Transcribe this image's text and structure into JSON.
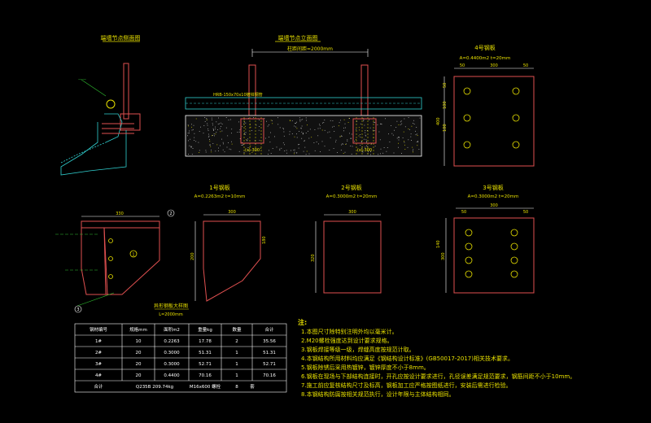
{
  "titles": {
    "side_node": "端墙节点侧面图",
    "front_node": "端墙节点立面图",
    "plate4": "4号钢板",
    "plate1": "1号钢板",
    "plate2": "2号钢板",
    "plate3": "3号钢板",
    "detail": "异形钢板大样图"
  },
  "dims": {
    "front_span": "柱距间距=2000mm",
    "p4_area": "A=0.4400m2 t=20mm",
    "p4_top_a": "50",
    "p4_top_b": "300",
    "p4_top_c": "50",
    "p4_side_a": "50",
    "p4_side_b": "100",
    "p4_side_c": "100",
    "p4_height": "400",
    "p1_area": "A=0.2263m2 t=10mm",
    "p1_width": "300",
    "p1_depth": "200",
    "p1_right": "180",
    "p2_area": "A=0.3000m2 t=20mm",
    "p2_width": "300",
    "p2_height": "320",
    "p3_area": "A=0.3000m2 t=20mm",
    "p3_top_a": "50",
    "p3_top_b": "300",
    "p3_top_c": "50",
    "p3_height": "300",
    "p3_side": "140",
    "detail_total": "330",
    "detail_len": "L=2000mm",
    "beam_label": "HRB-150x70x10镀锌钢管",
    "base_label": "(x)-300",
    "base_label2": "(x)-300"
  },
  "table": {
    "headers": [
      "钢材编号",
      "规格mm",
      "面积m2",
      "重量kg",
      "数量",
      "合计"
    ],
    "rows": [
      [
        "1#",
        "10",
        "0.2263",
        "17.78",
        "2",
        "35.56"
      ],
      [
        "2#",
        "20",
        "0.3000",
        "51.31",
        "1",
        "51.31"
      ],
      [
        "3#",
        "20",
        "0.3000",
        "52.71",
        "1",
        "52.71"
      ],
      [
        "4#",
        "20",
        "0.4400",
        "70.16",
        "1",
        "70.16"
      ]
    ],
    "footer": [
      "合计",
      "Q235B 209.74kg",
      "M16x600 螺栓",
      "8",
      "套"
    ]
  },
  "notes": {
    "heading": "注:",
    "lines": [
      "1.本图尺寸除特别注明外均以毫米计。",
      "2.M20螺栓强度达到设计要求规格。",
      "3.钢板焊接等级一级，焊缝高度按规范计取。",
      "4.本钢结构所用材料均应满足《钢结构设计标准》(GB50017-2017)相关技术要求。",
      "5.钢板除锈后采用热镀锌，镀锌厚度不小于8mm。",
      "6.钢板在现场与下部结构连接时，开孔应按设计要求进行，孔径误差满足规范要求，钢筋间距不小于10mm。",
      "7.施工前应复核结构尺寸及标高，钢板加工应严格按图纸进行，安装后需进行检验。",
      "8.本钢结构防腐按相关规范执行，设计年限与主体结构相同。"
    ]
  },
  "callouts": {
    "c1": "1",
    "c2": "2",
    "c3": "3"
  },
  "colors": {
    "bg": "#000000",
    "line": "#ffffff",
    "red": "#e05050",
    "yellow": "#e8e000",
    "green": "#30c030",
    "cyan": "#30d0d0"
  }
}
